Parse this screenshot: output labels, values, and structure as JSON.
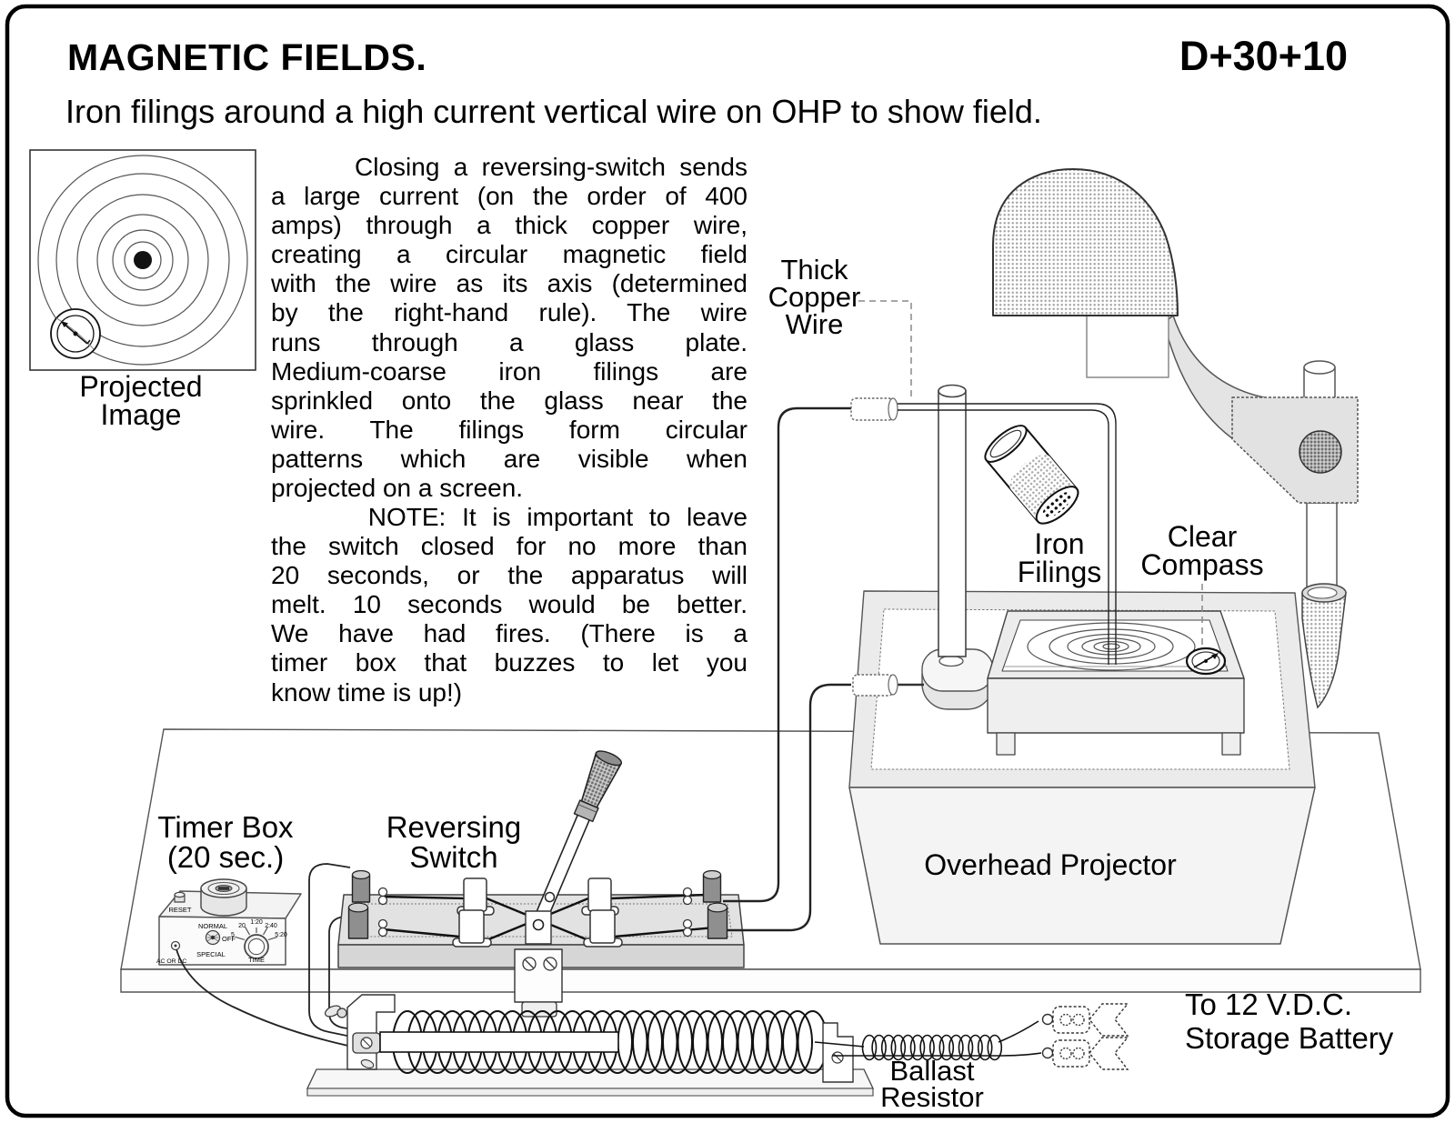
{
  "page": {
    "title": "MAGNETIC FIELDS.",
    "code": "D+30+10",
    "subtitle": "Iron filings around a high current vertical wire on OHP to show field."
  },
  "description": {
    "para1_lines": [
      "      Closing a reversing-switch sends",
      "a large current (on the order of 400",
      "amps) through a thick copper wire,",
      "creating a circular magnetic field",
      "with the wire as its axis (determined",
      "by the right-hand rule).  The wire",
      "runs through a glass plate.",
      "Medium-coarse iron filings are",
      "sprinkled onto the glass near the",
      "wire.  The filings form circular",
      "patterns which are visible when",
      "projected on a screen."
    ],
    "para2_lines": [
      "      NOTE:  It is important to leave",
      "the switch closed for no more than",
      "20 seconds, or the apparatus will",
      "melt.  10 seconds would be better.",
      "We have had fires.  (There is a",
      "timer box that buzzes to let you",
      "know time is up!)"
    ]
  },
  "figure_labels": {
    "projected_image": [
      "Projected",
      "Image"
    ],
    "thick_copper_wire": [
      "Thick",
      "Copper",
      "Wire"
    ],
    "iron_filings": [
      "Iron",
      "Filings"
    ],
    "clear_compass": [
      "Clear",
      "Compass"
    ],
    "timer_box": [
      "Timer Box",
      "(20 sec.)"
    ],
    "reversing_switch": [
      "Reversing",
      "Switch"
    ],
    "overhead_projector": "Overhead Projector",
    "ballast_resistor": [
      "Ballast",
      "Resistor"
    ],
    "battery": [
      "To 12 V.D.C.",
      "Storage Battery"
    ]
  },
  "timer_panel": {
    "reset": "RESET",
    "normal": "NORMAL",
    "off": "OFF",
    "special": "SPECIAL",
    "ac_or_dc": "AC OR DC",
    "time": "TIME",
    "dial_ticks": [
      "5",
      "20",
      "1:20",
      "2:40",
      "5:20"
    ]
  },
  "colors": {
    "ink": "#000000",
    "line": "#444444",
    "fill_light": "#ececec",
    "fill_mid": "#d9d9d9",
    "halftone": "#9a9a9a"
  }
}
